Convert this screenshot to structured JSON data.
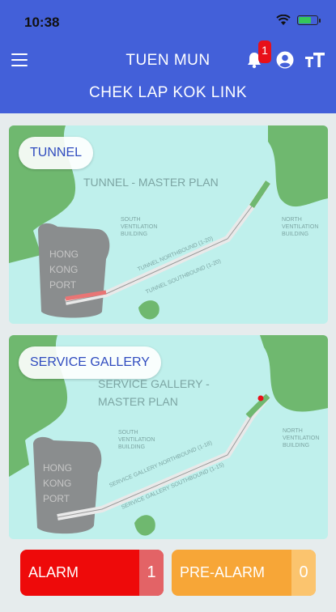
{
  "status_bar": {
    "time": "10:38"
  },
  "header": {
    "title": "TUEN MUN",
    "subtitle": "CHEK LAP KOK LINK",
    "notification_count": "1"
  },
  "cards": [
    {
      "label": "TUNNEL",
      "map_title": "TUNNEL - MASTER PLAN",
      "annotations": {
        "south": [
          "SOUTH",
          "VENTILATION",
          "BUILDING"
        ],
        "north": [
          "NORTH",
          "VENTILATION",
          "BUILDING"
        ],
        "northbound": "TUNNEL NORTHBOUND (1-20)",
        "southbound": "TUNNEL SOUTHBOUND (1-20)",
        "port": [
          "HONG",
          "KONG",
          "PORT"
        ]
      }
    },
    {
      "label": "SERVICE GALLERY",
      "map_title": [
        "SERVICE GALLERY -",
        "MASTER PLAN"
      ],
      "annotations": {
        "south": [
          "SOUTH",
          "VENTILATION",
          "BUILDING"
        ],
        "north": [
          "NORTH",
          "VENTILATION",
          "BUILDING"
        ],
        "northbound": "SERVICE GALLERY NORTHBOUND (1-18)",
        "southbound": "SERVICE GALLERY SOUTHBOUND (1-15)",
        "port": [
          "HONG",
          "KONG",
          "PORT"
        ]
      }
    }
  ],
  "buttons": {
    "alarm": {
      "label": "ALARM",
      "count": "1"
    },
    "pre_alarm": {
      "label": "PRE-ALARM",
      "count": "0"
    }
  },
  "colors": {
    "header": "#4360d9",
    "alarm": "#ee0a0a",
    "pre_alarm": "#f7a637",
    "water": "#bff0ec",
    "land": "#6fb86f"
  },
  "icons": [
    "menu-icon",
    "bell-icon",
    "user-icon",
    "text-size-icon",
    "wifi-icon",
    "signal-icon",
    "battery-icon"
  ]
}
